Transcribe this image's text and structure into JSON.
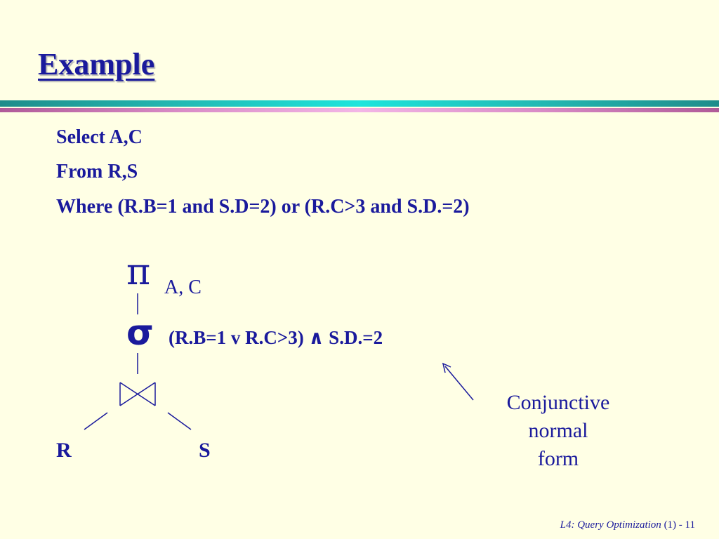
{
  "slide": {
    "title": "Example",
    "sql": {
      "select": "Select A,C",
      "from": "From R,S",
      "where": "Where (R.B=1 and S.D=2) or (R.C>3 and S.D.=2)"
    },
    "tree": {
      "projection_symbol": "π",
      "projection_attrs": "A, C",
      "selection_symbol": "σ",
      "selection_condition": "(R.B=1 v R.C>3) ∧ S.D.=2",
      "join_symbol": "bowtie-join-icon",
      "left_relation": "R",
      "right_relation": "S"
    },
    "annotation": {
      "line1": "Conjunctive",
      "line2": "normal",
      "line3": "form"
    },
    "footer": {
      "course": "L4: Query Optimization",
      "page": "(1) - 11"
    }
  },
  "colors": {
    "text": "#1a1a9c",
    "background": "#ffffe5",
    "rule_teal": "#1ee5dc",
    "rule_pink": "#f3b6e6"
  }
}
